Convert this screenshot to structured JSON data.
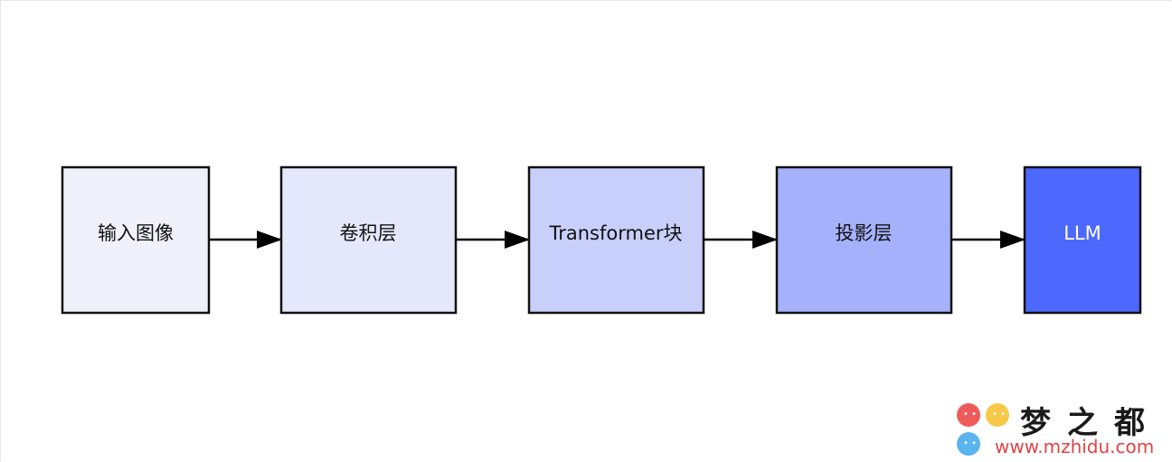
{
  "diagram": {
    "nodes": [
      {
        "id": "input",
        "label": "输入图像",
        "fill": "#eff0fa",
        "text_color": "#111111"
      },
      {
        "id": "conv",
        "label": "卷积层",
        "fill": "#e5e8fb",
        "text_color": "#111111"
      },
      {
        "id": "transformer",
        "label": "Transformer块",
        "fill": "#c9cffb",
        "text_color": "#111111"
      },
      {
        "id": "projection",
        "label": "投影层",
        "fill": "#a6b1fb",
        "text_color": "#111111"
      },
      {
        "id": "llm",
        "label": "LLM",
        "fill": "#4d68fd",
        "text_color": "#ffffff"
      }
    ],
    "edges": [
      {
        "from": "input",
        "to": "conv"
      },
      {
        "from": "conv",
        "to": "transformer"
      },
      {
        "from": "transformer",
        "to": "projection"
      },
      {
        "from": "projection",
        "to": "llm"
      }
    ]
  },
  "watermark": {
    "title": "梦之都",
    "url": "www.mzhidu.com",
    "colors": {
      "url": "#e24343",
      "title": "#1a1a1a"
    }
  }
}
